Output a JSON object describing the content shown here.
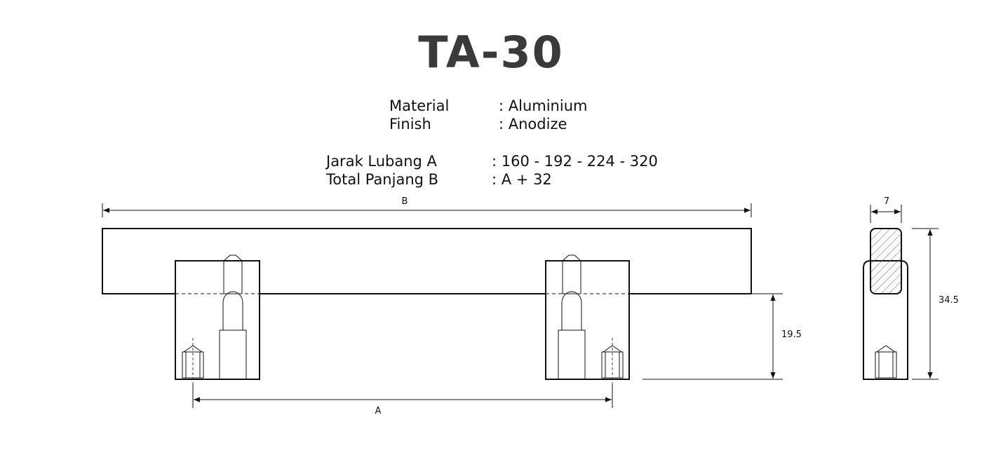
{
  "title": "TA-30",
  "specs": {
    "material_label": "Material",
    "material_value": ": Aluminium",
    "finish_label": "Finish",
    "finish_value": ": Anodize",
    "hole_label": "Jarak Lubang A",
    "hole_value": ": 160 - 192 - 224 - 320",
    "length_label": "Total Panjang B",
    "length_value": ": A + 32"
  },
  "dimensions": {
    "b": "B",
    "a": "A",
    "height": "19.5",
    "width": "7",
    "total_height": "34.5"
  }
}
